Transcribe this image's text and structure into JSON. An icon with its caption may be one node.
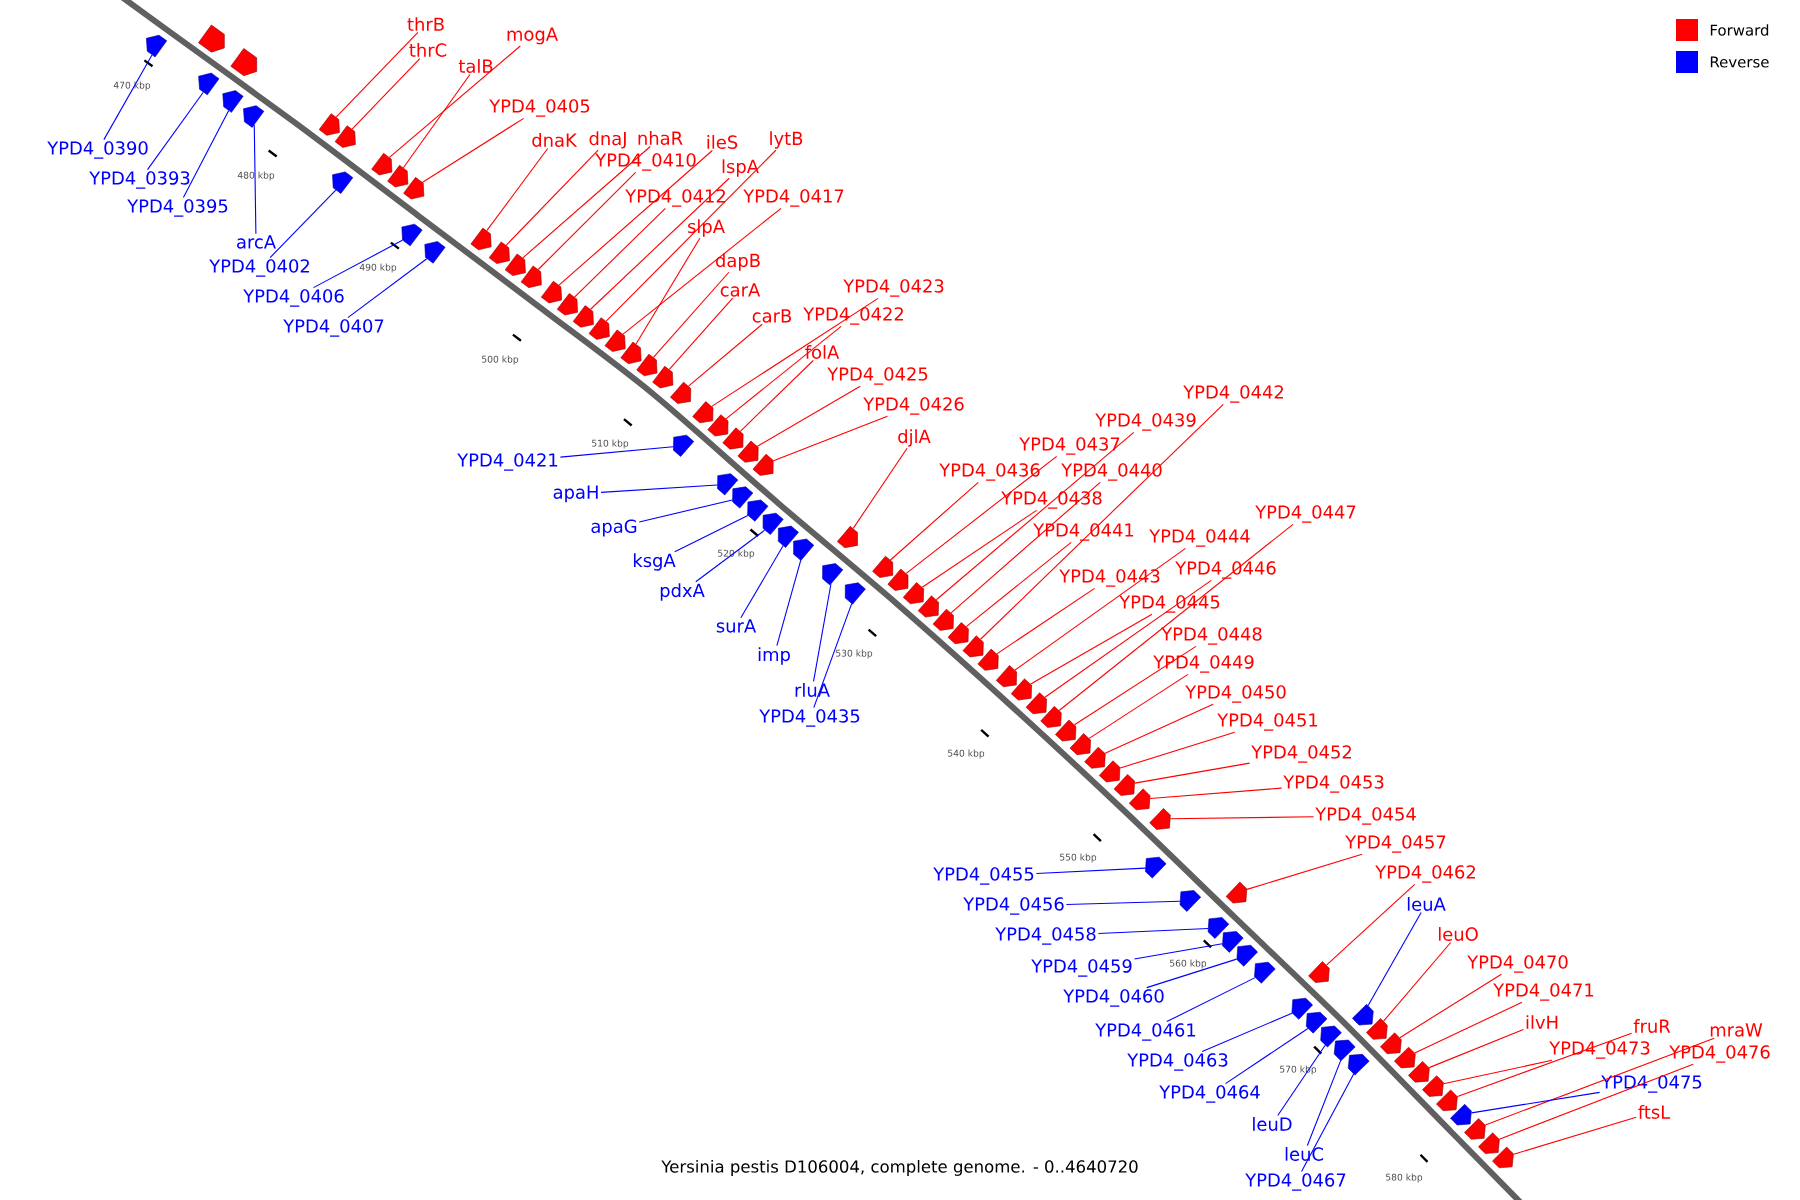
{
  "diagram": {
    "caption": "Yersinia pestis D106004, complete genome. - 0..4640720",
    "nodes": [
      {
        "text": [
          "YPD4_0390"
        ]
      },
      {
        "text": [
          "YPD4_0393"
        ]
      },
      {
        "text": [
          "YPD4_0395"
        ]
      },
      {
        "text": [
          "arcA"
        ]
      },
      {
        "text": [
          "YPD4_0402"
        ]
      },
      {
        "text": [
          "YPD4_0406"
        ]
      },
      {
        "text": [
          "YPD4_0407"
        ]
      },
      {
        "text": [
          "thrB"
        ]
      },
      {
        "text": [
          "thrC"
        ]
      },
      {
        "text": [
          "mogA"
        ]
      },
      {
        "text": [
          "talB"
        ]
      },
      {
        "text": [
          "YPD4_0405"
        ]
      },
      {
        "text": [
          "dnaK"
        ]
      },
      {
        "text": [
          "dnaJ"
        ]
      },
      {
        "text": [
          "nhaR"
        ]
      },
      {
        "text": [
          "YPD4_0410"
        ]
      },
      {
        "text": [
          "ileS"
        ]
      },
      {
        "text": [
          "lytB"
        ]
      },
      {
        "text": [
          "lspA"
        ]
      },
      {
        "text": [
          "YPD4_0412"
        ]
      },
      {
        "text": [
          "YPD4_0417"
        ]
      },
      {
        "text": [
          "slpA"
        ]
      },
      {
        "text": [
          "dapB"
        ]
      },
      {
        "text": [
          "carA"
        ]
      },
      {
        "text": [
          "carB"
        ]
      },
      {
        "text": [
          "YPD4_0423"
        ]
      },
      {
        "text": [
          "YPD4_0422"
        ]
      },
      {
        "text": [
          "folA"
        ]
      },
      {
        "text": [
          "YPD4_0425"
        ]
      },
      {
        "text": [
          "YPD4_0426"
        ]
      },
      {
        "text": [
          "djlA"
        ]
      },
      {
        "text": [
          "YPD4_0421"
        ]
      },
      {
        "text": [
          "apaH"
        ]
      },
      {
        "text": [
          "apaG"
        ]
      },
      {
        "text": [
          "ksgA"
        ]
      },
      {
        "text": [
          "pdxA"
        ]
      },
      {
        "text": [
          "surA"
        ]
      },
      {
        "text": [
          "imp"
        ]
      },
      {
        "text": [
          "rluA"
        ]
      },
      {
        "text": [
          "YPD4_0435"
        ]
      },
      {
        "text": [
          "YPD4_0442"
        ]
      },
      {
        "text": [
          "YPD4_0439"
        ]
      },
      {
        "text": [
          "YPD4_0437"
        ]
      },
      {
        "text": [
          "YPD4_0436"
        ]
      },
      {
        "text": [
          "YPD4_0440"
        ]
      },
      {
        "text": [
          "YPD4_0438"
        ]
      },
      {
        "text": [
          "YPD4_0441"
        ]
      },
      {
        "text": [
          "YPD4_0444"
        ]
      },
      {
        "text": [
          "YPD4_0447"
        ]
      },
      {
        "text": [
          "YPD4_0443"
        ]
      },
      {
        "text": [
          "YPD4_0446"
        ]
      },
      {
        "text": [
          "YPD4_0445"
        ]
      },
      {
        "text": [
          "YPD4_0448"
        ]
      },
      {
        "text": [
          "YPD4_0449"
        ]
      },
      {
        "text": [
          "YPD4_0450"
        ]
      },
      {
        "text": [
          "YPD4_0451"
        ]
      },
      {
        "text": [
          "YPD4_0452"
        ]
      },
      {
        "text": [
          "YPD4_0453"
        ]
      },
      {
        "text": [
          "YPD4_0454"
        ]
      },
      {
        "text": [
          "YPD4_0457"
        ]
      },
      {
        "text": [
          "YPD4_0455"
        ]
      },
      {
        "text": [
          "YPD4_0456"
        ]
      },
      {
        "text": [
          "YPD4_0458"
        ]
      },
      {
        "text": [
          "YPD4_0459"
        ]
      },
      {
        "text": [
          "YPD4_0460"
        ]
      },
      {
        "text": [
          "YPD4_0461"
        ]
      },
      {
        "text": [
          "YPD4_0463"
        ]
      },
      {
        "text": [
          "YPD4_0464"
        ]
      },
      {
        "text": [
          "leuD"
        ]
      },
      {
        "text": [
          "leuC"
        ]
      },
      {
        "text": [
          "YPD4_0467"
        ]
      },
      {
        "text": [
          "YPD4_0462"
        ]
      },
      {
        "text": [
          "leuA"
        ]
      },
      {
        "text": [
          "leuO"
        ]
      },
      {
        "text": [
          "YPD4_0470"
        ]
      },
      {
        "text": [
          "YPD4_0471"
        ]
      },
      {
        "text": [
          "ilvH"
        ]
      },
      {
        "text": [
          "fruR"
        ]
      },
      {
        "text": [
          "YPD4_0473"
        ]
      },
      {
        "text": [
          "mraW"
        ]
      },
      {
        "text": [
          "YPD4_0476"
        ]
      },
      {
        "text": [
          "YPD4_0475"
        ]
      },
      {
        "text": [
          "ftsL"
        ]
      },
      {
        "text": [],
        "shape": "arrow"
      },
      {
        "text": [],
        "shape": "arrow"
      },
      {
        "text": [],
        "shape": "arrow"
      },
      {
        "text": [],
        "shape": "arrow"
      },
      {
        "text": [],
        "shape": "arrow"
      },
      {
        "text": [],
        "shape": "arrow"
      },
      {
        "text": [],
        "shape": "arrow"
      },
      {
        "text": [],
        "shape": "arrow"
      },
      {
        "text": [],
        "shape": "arrow"
      },
      {
        "text": [],
        "shape": "arrow"
      },
      {
        "text": [],
        "shape": "arrow"
      },
      {
        "text": [],
        "shape": "arrow"
      },
      {
        "text": [],
        "shape": "arrow"
      },
      {
        "text": [],
        "shape": "arrow"
      },
      {
        "text": [],
        "shape": "arrow"
      },
      {
        "text": [],
        "shape": "arrow"
      },
      {
        "text": [],
        "shape": "arrow"
      },
      {
        "text": [],
        "shape": "arrow"
      },
      {
        "text": [],
        "shape": "arrow"
      },
      {
        "text": [],
        "shape": "arrow"
      },
      {
        "text": [],
        "shape": "arrow"
      },
      {
        "text": [],
        "shape": "arrow"
      },
      {
        "text": [],
        "shape": "arrow"
      },
      {
        "text": [],
        "shape": "arrow"
      },
      {
        "text": [],
        "shape": "arrow"
      },
      {
        "text": [],
        "shape": "arrow"
      },
      {
        "text": [],
        "shape": "arrow"
      },
      {
        "text": [],
        "shape": "arrow"
      },
      {
        "text": [],
        "shape": "arrow"
      },
      {
        "text": [],
        "shape": "arrow"
      },
      {
        "text": [],
        "shape": "arrow"
      },
      {
        "text": [],
        "shape": "arrow"
      },
      {
        "text": [],
        "shape": "arrow"
      },
      {
        "text": [],
        "shape": "arrow"
      },
      {
        "text": [],
        "shape": "arrow"
      },
      {
        "text": [],
        "shape": "arrow"
      },
      {
        "text": [],
        "shape": "arrow"
      },
      {
        "text": [],
        "shape": "arrow"
      },
      {
        "text": [],
        "shape": "arrow"
      },
      {
        "text": [],
        "shape": "arrow"
      },
      {
        "text": [],
        "shape": "arrow"
      },
      {
        "text": [],
        "shape": "arrow"
      },
      {
        "text": [],
        "shape": "arrow"
      },
      {
        "text": [],
        "shape": "arrow"
      },
      {
        "text": [],
        "shape": "arrow"
      },
      {
        "text": [],
        "shape": "arrow"
      },
      {
        "text": [],
        "shape": "arrow"
      },
      {
        "text": [],
        "shape": "arrow"
      },
      {
        "text": [],
        "shape": "arrow"
      },
      {
        "text": [],
        "shape": "arrow"
      },
      {
        "text": [],
        "shape": "arrow"
      },
      {
        "text": [],
        "shape": "arrow"
      },
      {
        "text": [],
        "shape": "arrow"
      },
      {
        "text": [],
        "shape": "arrow"
      },
      {
        "text": [],
        "shape": "arrow"
      },
      {
        "text": [],
        "shape": "arrow"
      },
      {
        "text": [],
        "shape": "arrow"
      },
      {
        "text": [],
        "shape": "arrow"
      },
      {
        "text": [],
        "shape": "arrow"
      },
      {
        "text": [],
        "shape": "arrow"
      },
      {
        "text": [],
        "shape": "arrow"
      },
      {
        "text": [],
        "shape": "arrow"
      },
      {
        "text": [],
        "shape": "arrow"
      },
      {
        "text": [],
        "shape": "arrow"
      },
      {
        "text": [],
        "shape": "arrow"
      },
      {
        "text": [],
        "shape": "arrow"
      },
      {
        "text": [],
        "shape": "arrow"
      },
      {
        "text": [],
        "shape": "arrow"
      },
      {
        "text": [],
        "shape": "arrow"
      },
      {
        "text": [],
        "shape": "arrow"
      },
      {
        "text": [],
        "shape": "arrow"
      },
      {
        "text": [],
        "shape": "arrow"
      },
      {
        "text": [],
        "shape": "arrow"
      },
      {
        "text": [],
        "shape": "arrow"
      },
      {
        "text": [],
        "shape": "arrow"
      },
      {
        "text": [],
        "shape": "arrow"
      },
      {
        "text": [],
        "shape": "arrow"
      },
      {
        "text": [],
        "shape": "arrow"
      },
      {
        "text": [],
        "shape": "arrow"
      },
      {
        "text": [],
        "shape": "arrow"
      },
      {
        "text": [],
        "shape": "arrow"
      },
      {
        "text": [],
        "shape": "arrow"
      },
      {
        "text": [],
        "shape": "arrow"
      }
    ],
    "edges": [
      {
        "from": 0,
        "to": 83,
        "arrow": "none",
        "color": "#0000ff"
      },
      {
        "from": 1,
        "to": 84,
        "arrow": "none",
        "color": "#0000ff"
      },
      {
        "from": 2,
        "to": 85,
        "arrow": "none",
        "color": "#0000ff"
      },
      {
        "from": 3,
        "to": 86,
        "arrow": "none",
        "color": "#0000ff"
      },
      {
        "from": 4,
        "to": 87,
        "arrow": "none",
        "color": "#0000ff"
      },
      {
        "from": 5,
        "to": 88,
        "arrow": "none",
        "color": "#0000ff"
      },
      {
        "from": 6,
        "to": 89,
        "arrow": "none",
        "color": "#0000ff"
      },
      {
        "from": 7,
        "to": 90,
        "arrow": "none"
      },
      {
        "from": 8,
        "to": 91,
        "arrow": "none"
      },
      {
        "from": 9,
        "to": 92,
        "arrow": "none"
      },
      {
        "from": 10,
        "to": 93,
        "arrow": "none"
      },
      {
        "from": 11,
        "to": 94,
        "arrow": "none"
      },
      {
        "from": 12,
        "to": 95,
        "arrow": "none"
      },
      {
        "from": 13,
        "to": 96,
        "arrow": "none"
      },
      {
        "from": 14,
        "to": 97,
        "arrow": "none"
      },
      {
        "from": 15,
        "to": 98,
        "arrow": "none"
      },
      {
        "from": 16,
        "to": 99,
        "arrow": "none"
      },
      {
        "from": 17,
        "to": 100,
        "arrow": "none"
      },
      {
        "from": 18,
        "to": 101,
        "arrow": "none"
      },
      {
        "from": 19,
        "to": 102,
        "arrow": "none"
      },
      {
        "from": 20,
        "to": 103,
        "arrow": "none"
      },
      {
        "from": 21,
        "to": 104,
        "arrow": "none"
      },
      {
        "from": 22,
        "to": 105,
        "arrow": "none"
      },
      {
        "from": 23,
        "to": 106,
        "arrow": "none"
      },
      {
        "from": 24,
        "to": 107,
        "arrow": "none"
      },
      {
        "from": 25,
        "to": 108,
        "arrow": "none"
      },
      {
        "from": 26,
        "to": 109,
        "arrow": "none"
      },
      {
        "from": 27,
        "to": 110,
        "arrow": "none"
      },
      {
        "from": 28,
        "to": 111,
        "arrow": "none"
      },
      {
        "from": 29,
        "to": 112,
        "arrow": "none"
      },
      {
        "from": 30,
        "to": 113,
        "arrow": "none"
      },
      {
        "from": 31,
        "to": 114,
        "arrow": "none",
        "color": "#0000ff"
      },
      {
        "from": 32,
        "to": 115,
        "arrow": "none",
        "color": "#0000ff"
      },
      {
        "from": 33,
        "to": 116,
        "arrow": "none",
        "color": "#0000ff"
      },
      {
        "from": 34,
        "to": 117,
        "arrow": "none",
        "color": "#0000ff"
      },
      {
        "from": 35,
        "to": 118,
        "arrow": "none",
        "color": "#0000ff"
      },
      {
        "from": 36,
        "to": 119,
        "arrow": "none",
        "color": "#0000ff"
      },
      {
        "from": 37,
        "to": 120,
        "arrow": "none",
        "color": "#0000ff"
      },
      {
        "from": 38,
        "to": 121,
        "arrow": "none",
        "color": "#0000ff"
      },
      {
        "from": 39,
        "to": 122,
        "arrow": "none",
        "color": "#0000ff"
      },
      {
        "from": 40,
        "to": 123,
        "arrow": "none"
      },
      {
        "from": 41,
        "to": 124,
        "arrow": "none"
      },
      {
        "from": 42,
        "to": 125,
        "arrow": "none"
      },
      {
        "from": 43,
        "to": 126,
        "arrow": "none"
      },
      {
        "from": 44,
        "to": 127,
        "arrow": "none"
      },
      {
        "from": 45,
        "to": 128,
        "arrow": "none"
      },
      {
        "from": 46,
        "to": 129,
        "arrow": "none"
      },
      {
        "from": 47,
        "to": 130,
        "arrow": "none"
      },
      {
        "from": 48,
        "to": 131,
        "arrow": "none"
      },
      {
        "from": 49,
        "to": 132,
        "arrow": "none"
      },
      {
        "from": 50,
        "to": 133,
        "arrow": "none"
      },
      {
        "from": 51,
        "to": 134,
        "arrow": "none"
      },
      {
        "from": 52,
        "to": 135,
        "arrow": "none"
      },
      {
        "from": 53,
        "to": 136,
        "arrow": "none"
      },
      {
        "from": 54,
        "to": 137,
        "arrow": "none"
      },
      {
        "from": 55,
        "to": 138,
        "arrow": "none"
      },
      {
        "from": 56,
        "to": 139,
        "arrow": "none"
      },
      {
        "from": 57,
        "to": 140,
        "arrow": "none"
      },
      {
        "from": 58,
        "to": 141,
        "arrow": "none"
      },
      {
        "from": 59,
        "to": 142,
        "arrow": "none"
      },
      {
        "from": 60,
        "to": 143,
        "arrow": "none",
        "color": "#0000ff"
      },
      {
        "from": 61,
        "to": 144,
        "arrow": "none",
        "color": "#0000ff"
      },
      {
        "from": 62,
        "to": 145,
        "arrow": "none",
        "color": "#0000ff"
      },
      {
        "from": 63,
        "to": 146,
        "arrow": "none",
        "color": "#0000ff"
      },
      {
        "from": 64,
        "to": 147,
        "arrow": "none",
        "color": "#0000ff"
      },
      {
        "from": 65,
        "to": 148,
        "arrow": "none",
        "color": "#0000ff"
      },
      {
        "from": 66,
        "to": 149,
        "arrow": "none",
        "color": "#0000ff"
      },
      {
        "from": 67,
        "to": 150,
        "arrow": "none",
        "color": "#0000ff"
      },
      {
        "from": 68,
        "to": 151,
        "arrow": "none",
        "color": "#0000ff"
      },
      {
        "from": 69,
        "to": 152,
        "arrow": "none",
        "color": "#0000ff"
      },
      {
        "from": 70,
        "to": 153,
        "arrow": "none",
        "color": "#0000ff"
      },
      {
        "from": 71,
        "to": 154,
        "arrow": "none"
      },
      {
        "from": 72,
        "to": 155,
        "arrow": "none",
        "color": "#0000ff"
      },
      {
        "from": 73,
        "to": 156,
        "arrow": "none"
      },
      {
        "from": 74,
        "to": 157,
        "arrow": "none"
      },
      {
        "from": 75,
        "to": 158,
        "arrow": "none"
      },
      {
        "from": 76,
        "to": 159,
        "arrow": "none"
      },
      {
        "from": 77,
        "to": 160,
        "arrow": "none"
      },
      {
        "from": 78,
        "to": 161,
        "arrow": "none"
      },
      {
        "from": 79,
        "to": 162,
        "arrow": "none"
      },
      {
        "from": 80,
        "to": 163,
        "arrow": "none"
      },
      {
        "from": 81,
        "to": 164,
        "arrow": "none",
        "color": "#0000ff"
      },
      {
        "from": 82,
        "to": 165,
        "arrow": "none"
      }
    ],
    "labels": [
      "470 kbp",
      "480 kbp",
      "490 kbp",
      "500 kbp",
      "510 kbp",
      "520 kbp",
      "530 kbp",
      "540 kbp",
      "550 kbp",
      "560 kbp",
      "570 kbp",
      "580 kbp"
    ],
    "legend": [
      {
        "text": "Forward",
        "color": "#ff0000"
      },
      {
        "text": "Reverse",
        "color": "#0000ff"
      }
    ]
  }
}
